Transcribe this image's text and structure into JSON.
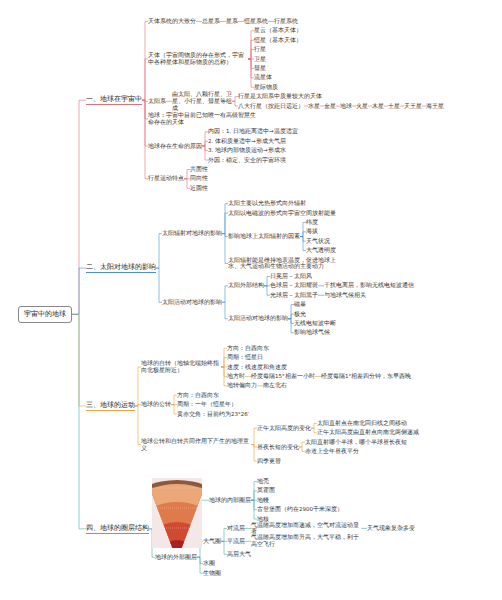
{
  "diagram": {
    "nodes": [
      {
        "text": [
          "宇宙中的地球"
        ]
      },
      {
        "text": [
          "一、地球在宇宙中"
        ]
      },
      {
        "text": [
          "天体系统的大致分"
        ]
      },
      {
        "text": [
          "总星系"
        ]
      },
      {
        "text": [
          "星系"
        ]
      },
      {
        "text": [
          "恒星系统"
        ]
      },
      {
        "text": [
          "行星系统"
        ]
      },
      {
        "text": [
          "天体（宇宙间物质的存在形式，宇宙中各种星体和星际物质的总称）"
        ]
      },
      {
        "text": [
          "星云（基本天体）"
        ]
      },
      {
        "text": [
          "恒星（基本天体）"
        ]
      },
      {
        "text": [
          "行星"
        ]
      },
      {
        "text": [
          "卫星"
        ]
      },
      {
        "text": [
          "彗星"
        ]
      },
      {
        "text": [
          "流星体"
        ]
      },
      {
        "text": [
          "星际物质"
        ]
      },
      {
        "text": [
          "太阳系"
        ]
      },
      {
        "text": [
          "由太阳、八颗行星、卫星、小行星、彗星等组成"
        ]
      },
      {
        "text": [
          "行星是太阳系中质量较大的天体"
        ]
      },
      {
        "text": [
          "八大行星（按距日远近）"
        ]
      },
      {
        "text": [
          "水星"
        ]
      },
      {
        "text": [
          "金星"
        ]
      },
      {
        "text": [
          "地球"
        ]
      },
      {
        "text": [
          "火星"
        ]
      },
      {
        "text": [
          "木星"
        ]
      },
      {
        "text": [
          "土星"
        ]
      },
      {
        "text": [
          "天王星"
        ]
      },
      {
        "text": [
          "海王星"
        ]
      },
      {
        "text": [
          "地球：宇宙中目前已知唯一有高级智慧生命存在的天体"
        ]
      },
      {
        "text": [
          "地球存在生命的原因"
        ]
      },
      {
        "text": [
          "内因：1. 日地距离适中→温度适宜"
        ]
      },
      {
        "text": [
          "2. 体积质量适中→形成大气层"
        ]
      },
      {
        "text": [
          "3. 地球内部物质运动→形成水"
        ]
      },
      {
        "text": [
          "外因：稳定、安全的宇宙环境"
        ]
      },
      {
        "text": [
          "行星运动特点"
        ]
      },
      {
        "text": [
          "共面性"
        ]
      },
      {
        "text": [
          "同向性"
        ]
      },
      {
        "text": [
          "近圆性"
        ]
      },
      {
        "text": [
          "二、太阳对地球的影响"
        ]
      },
      {
        "text": [
          "太阳辐射对地球的影响"
        ]
      },
      {
        "text": [
          "太阳主要以光热形式向外辐射"
        ]
      },
      {
        "text": [
          "太阳以电磁波的形式向宇宙空间放射能量"
        ]
      },
      {
        "text": [
          "影响地球上太阳辐射的因素"
        ]
      },
      {
        "text": [
          "纬度"
        ]
      },
      {
        "text": [
          "海拔"
        ]
      },
      {
        "text": [
          "天气状况"
        ]
      },
      {
        "text": [
          "大气透明度"
        ]
      },
      {
        "text": [
          "太阳辐射能是维持地表温度，促进地球上水、大气运动和生物活动的主要动力"
        ]
      },
      {
        "text": [
          "太阳活动对地球的影响"
        ]
      },
      {
        "text": [
          "太阳外部结构"
        ]
      },
      {
        "text": [
          "日冕层－太阳风"
        ]
      },
      {
        "text": [
          "色球层－太阳耀斑"
        ]
      },
      {
        "text": [
          "干扰电离层，影响无线电短波通信"
        ]
      },
      {
        "text": [
          "光球层－太阳黑子"
        ]
      },
      {
        "text": [
          "与地球气候相关"
        ]
      },
      {
        "text": [
          "太阳活动对地球的影响"
        ]
      },
      {
        "text": [
          "磁暴"
        ]
      },
      {
        "text": [
          "极光"
        ]
      },
      {
        "text": [
          "无线电短波中断"
        ]
      },
      {
        "text": [
          "影响地球气候"
        ]
      },
      {
        "text": [
          "三、地球的运动"
        ]
      },
      {
        "text": [
          "地球的自转（地轴北端始终指向北极星附近）"
        ]
      },
      {
        "text": [
          "方向：自西向东"
        ]
      },
      {
        "text": [
          "周期：恒星日"
        ]
      },
      {
        "text": [
          "速度：线速度和角速度"
        ]
      },
      {
        "text": [
          "地方时"
        ]
      },
      {
        "text": [
          "经度每隔15°相差一小时"
        ]
      },
      {
        "text": [
          "经度每隔1°相差四分钟，东早西晚"
        ]
      },
      {
        "text": [
          "地转偏向力"
        ]
      },
      {
        "text": [
          "南左北右"
        ]
      },
      {
        "text": [
          "地球的公转"
        ]
      },
      {
        "text": [
          "方向：自西向东"
        ]
      },
      {
        "text": [
          "周期：一年（恒星年）"
        ]
      },
      {
        "text": [
          "黄赤交角：目前约为23°26′"
        ]
      },
      {
        "text": [
          "地球公转和自转共同作用下产生的地理意义"
        ]
      },
      {
        "text": [
          "正午太阳高度的变化"
        ]
      },
      {
        "text": [
          "太阳直射点在南北回归线之间移动"
        ]
      },
      {
        "text": [
          "正午太阳高度由直射点向南北两侧递减"
        ]
      },
      {
        "text": [
          "昼夜长短的变化"
        ]
      },
      {
        "text": [
          "太阳直射哪个半球，哪个半球昼长夜短"
        ]
      },
      {
        "text": [
          "赤道上全年昼夜平分"
        ]
      },
      {
        "text": [
          "四季更替"
        ]
      },
      {
        "text": [
          "四、地球的圈层结构"
        ]
      },
      {
        "text": [
          "地球的内部圈层"
        ]
      },
      {
        "text": [
          "地壳"
        ]
      },
      {
        "text": [
          "莫霍面"
        ]
      },
      {
        "text": [
          "地幔"
        ]
      },
      {
        "text": [
          "古登堡面（约在2900千米深度）"
        ]
      },
      {
        "text": [
          "地核"
        ]
      },
      {
        "text": [
          "地球的外部圈层"
        ]
      },
      {
        "text": [
          "大气圈"
        ]
      },
      {
        "text": [
          "对流层"
        ]
      },
      {
        "text": [
          "气温随高度增加而递减，空气对流运动显著"
        ]
      },
      {
        "text": [
          "天气现象复杂多变"
        ]
      },
      {
        "text": [
          "平流层"
        ]
      },
      {
        "text": [
          "气温随高度增加而升高，大气平稳，利于高空飞行"
        ]
      },
      {
        "text": [
          "高层大气"
        ]
      },
      {
        "text": [
          "水圈"
        ]
      },
      {
        "text": [
          "生物圈"
        ]
      }
    ],
    "edges": [
      {
        "from": 0,
        "to": 1,
        "arrow": "none"
      },
      {
        "from": 1,
        "to": 2,
        "arrow": "none"
      },
      {
        "from": 2,
        "to": 3,
        "arrow": "none"
      },
      {
        "from": 3,
        "to": 4,
        "arrow": "none"
      },
      {
        "from": 4,
        "to": 5,
        "arrow": "none"
      },
      {
        "from": 5,
        "to": 6,
        "arrow": "none"
      },
      {
        "from": 1,
        "to": 7,
        "arrow": "none"
      },
      {
        "from": 7,
        "to": 8,
        "arrow": "none"
      },
      {
        "from": 7,
        "to": 9,
        "arrow": "none"
      },
      {
        "from": 7,
        "to": 10,
        "arrow": "none"
      },
      {
        "from": 7,
        "to": 11,
        "arrow": "none"
      },
      {
        "from": 7,
        "to": 12,
        "arrow": "none"
      },
      {
        "from": 7,
        "to": 13,
        "arrow": "none"
      },
      {
        "from": 7,
        "to": 14,
        "arrow": "none"
      },
      {
        "from": 1,
        "to": 15,
        "arrow": "none"
      },
      {
        "from": 15,
        "to": 16,
        "arrow": "none"
      },
      {
        "from": 16,
        "to": 17,
        "arrow": "none"
      },
      {
        "from": 16,
        "to": 18,
        "arrow": "none"
      },
      {
        "from": 18,
        "to": 19,
        "arrow": "none"
      },
      {
        "from": 19,
        "to": 20,
        "arrow": "none"
      },
      {
        "from": 20,
        "to": 21,
        "arrow": "none"
      },
      {
        "from": 21,
        "to": 22,
        "arrow": "none"
      },
      {
        "from": 22,
        "to": 23,
        "arrow": "none"
      },
      {
        "from": 23,
        "to": 24,
        "arrow": "none"
      },
      {
        "from": 24,
        "to": 25,
        "arrow": "none"
      },
      {
        "from": 25,
        "to": 26,
        "arrow": "none"
      },
      {
        "from": 1,
        "to": 27,
        "arrow": "none"
      },
      {
        "from": 1,
        "to": 28,
        "arrow": "none"
      },
      {
        "from": 28,
        "to": 29,
        "arrow": "none"
      },
      {
        "from": 28,
        "to": 30,
        "arrow": "none"
      },
      {
        "from": 28,
        "to": 31,
        "arrow": "none"
      },
      {
        "from": 28,
        "to": 32,
        "arrow": "none"
      },
      {
        "from": 1,
        "to": 33,
        "arrow": "none"
      },
      {
        "from": 33,
        "to": 34,
        "arrow": "none"
      },
      {
        "from": 33,
        "to": 35,
        "arrow": "none"
      },
      {
        "from": 33,
        "to": 36,
        "arrow": "none"
      },
      {
        "from": 0,
        "to": 37,
        "arrow": "none"
      },
      {
        "from": 37,
        "to": 38,
        "arrow": "none"
      },
      {
        "from": 38,
        "to": 39,
        "arrow": "none"
      },
      {
        "from": 38,
        "to": 40,
        "arrow": "none"
      },
      {
        "from": 38,
        "to": 41,
        "arrow": "none"
      },
      {
        "from": 41,
        "to": 42,
        "arrow": "none"
      },
      {
        "from": 41,
        "to": 43,
        "arrow": "none"
      },
      {
        "from": 41,
        "to": 44,
        "arrow": "none"
      },
      {
        "from": 41,
        "to": 45,
        "arrow": "none"
      },
      {
        "from": 38,
        "to": 46,
        "arrow": "none"
      },
      {
        "from": 37,
        "to": 47,
        "arrow": "none"
      },
      {
        "from": 47,
        "to": 48,
        "arrow": "none"
      },
      {
        "from": 48,
        "to": 49,
        "arrow": "none"
      },
      {
        "from": 48,
        "to": 50,
        "arrow": "none"
      },
      {
        "from": 50,
        "to": 51,
        "arrow": "none"
      },
      {
        "from": 48,
        "to": 52,
        "arrow": "none"
      },
      {
        "from": 52,
        "to": 53,
        "arrow": "none"
      },
      {
        "from": 47,
        "to": 54,
        "arrow": "none"
      },
      {
        "from": 54,
        "to": 55,
        "arrow": "none"
      },
      {
        "from": 54,
        "to": 56,
        "arrow": "none"
      },
      {
        "from": 54,
        "to": 57,
        "arrow": "none"
      },
      {
        "from": 54,
        "to": 58,
        "arrow": "none"
      },
      {
        "from": 0,
        "to": 59,
        "arrow": "none"
      },
      {
        "from": 59,
        "to": 60,
        "arrow": "none"
      },
      {
        "from": 60,
        "to": 61,
        "arrow": "none"
      },
      {
        "from": 60,
        "to": 62,
        "arrow": "none"
      },
      {
        "from": 60,
        "to": 63,
        "arrow": "none"
      },
      {
        "from": 60,
        "to": 64,
        "arrow": "none"
      },
      {
        "from": 64,
        "to": 65,
        "arrow": "none"
      },
      {
        "from": 65,
        "to": 66,
        "arrow": "none"
      },
      {
        "from": 60,
        "to": 67,
        "arrow": "none"
      },
      {
        "from": 67,
        "to": 68,
        "arrow": "none"
      },
      {
        "from": 59,
        "to": 69,
        "arrow": "none"
      },
      {
        "from": 69,
        "to": 70,
        "arrow": "none"
      },
      {
        "from": 69,
        "to": 71,
        "arrow": "none"
      },
      {
        "from": 69,
        "to": 72,
        "arrow": "none"
      },
      {
        "from": 59,
        "to": 73,
        "arrow": "none"
      },
      {
        "from": 73,
        "to": 74,
        "arrow": "none"
      },
      {
        "from": 74,
        "to": 75,
        "arrow": "none"
      },
      {
        "from": 74,
        "to": 76,
        "arrow": "none"
      },
      {
        "from": 73,
        "to": 77,
        "arrow": "none"
      },
      {
        "from": 77,
        "to": 78,
        "arrow": "none"
      },
      {
        "from": 77,
        "to": 79,
        "arrow": "none"
      },
      {
        "from": 73,
        "to": 80,
        "arrow": "none"
      },
      {
        "from": 0,
        "to": 81,
        "arrow": "none"
      },
      {
        "from": 81,
        "to": 82,
        "arrow": "none"
      },
      {
        "from": 82,
        "to": 83,
        "arrow": "none"
      },
      {
        "from": 82,
        "to": 84,
        "arrow": "none"
      },
      {
        "from": 82,
        "to": 85,
        "arrow": "none"
      },
      {
        "from": 82,
        "to": 86,
        "arrow": "none"
      },
      {
        "from": 82,
        "to": 87,
        "arrow": "none"
      },
      {
        "from": 81,
        "to": 88,
        "arrow": "none"
      },
      {
        "from": 88,
        "to": 89,
        "arrow": "none"
      },
      {
        "from": 89,
        "to": 90,
        "arrow": "none"
      },
      {
        "from": 90,
        "to": 91,
        "arrow": "none"
      },
      {
        "from": 91,
        "to": 92,
        "arrow": "none"
      },
      {
        "from": 89,
        "to": 93,
        "arrow": "none"
      },
      {
        "from": 93,
        "to": 94,
        "arrow": "none"
      },
      {
        "from": 89,
        "to": 95,
        "arrow": "none"
      },
      {
        "from": 88,
        "to": 96,
        "arrow": "none"
      },
      {
        "from": 88,
        "to": 97,
        "arrow": "none"
      }
    ]
  }
}
